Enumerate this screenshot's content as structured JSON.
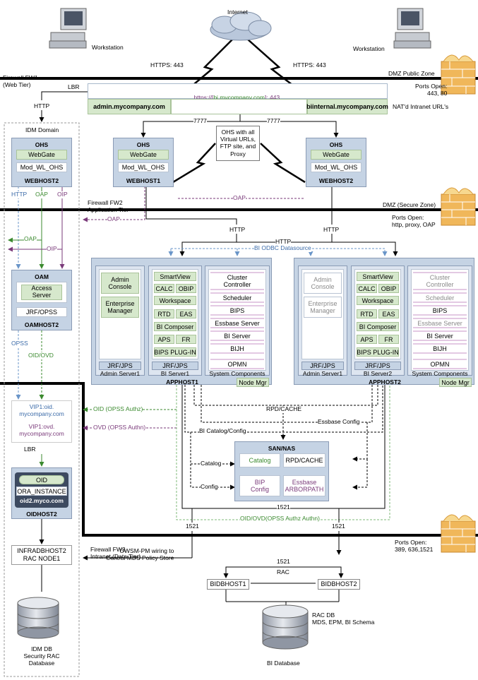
{
  "top": {
    "internet": "Internet",
    "workstation_left": "Workstation",
    "workstation_right": "Workstation",
    "https_left": "HTTPS: 443",
    "https_right": "HTTPS: 443"
  },
  "firewalls": {
    "fw1": "Firewall FW1\n(Web Tier)",
    "fw1_zone": "DMZ Public Zone",
    "fw1_ports": "Ports Open:\n443, 80",
    "fw2": "Firewall FW2\nApplication Tier",
    "fw2_zone": "DMZ (Secure Zone)",
    "fw2_ports": "Ports Open:\nhttp, proxy, OAP",
    "fw3": "Firewall FW3\nIntranet (Data Tier)",
    "fw3_ports": "Ports Open:\n389, 636,1521"
  },
  "lbr": {
    "label": "LBR",
    "url_prefix": "https://[",
    "url_host": "bi.mycompany.com",
    "url_suffix": "]: 443",
    "admin": "admin.mycompany.com",
    "internal": "biinternal.mycompany.com",
    "natd": "NAT'd Intranet URL's"
  },
  "web": {
    "http": "HTTP",
    "port_left": "7777",
    "port_right": "7777",
    "ohs_note": "OHS with all\nVirtual URLs,\nFTP site, and\nProxy",
    "oap": "OAP",
    "oap_left": "OAP",
    "host1": {
      "ohs": "OHS",
      "webgate": "WebGate",
      "mod": "Mod_WL_OHS",
      "name": "WEBHOST1"
    },
    "host2": {
      "ohs": "OHS",
      "webgate": "WebGate",
      "mod": "Mod_WL_OHS",
      "name": "WEBHOST2"
    }
  },
  "idm": {
    "domain": "IDM Domain",
    "webhost": {
      "ohs": "OHS",
      "webgate": "WebGate",
      "mod": "Mod_WL_OHS",
      "name": "WEBHOST2"
    },
    "http": "HTTP",
    "oap": "OAP",
    "oip": "OIP",
    "oap2": "OAP",
    "oip2": "OIP",
    "oam": {
      "title": "OAM",
      "access": "Access\nServer",
      "jrf": "JRF/OPSS",
      "name": "OAMHOST2"
    },
    "opss": "OPSS",
    "oidovd": "OID/OVD",
    "vip1": "VIP1:oid.\nmycompany.com",
    "vip2": "VIP1:ovd.\nmycompany.com",
    "lbr": "LBR",
    "oid": {
      "title": "OID",
      "instance": "ORA_INSTANCE",
      "host": "oid2.myco.com",
      "name": "OIDHOST2"
    },
    "infra": "INFRADBHOST2\nRAC NODE1",
    "db": "IDM DB\nSecurity RAC\nDatabase"
  },
  "app": {
    "http_left": "HTTP",
    "http_right": "HTTP",
    "http_mid": "HTTP",
    "odbc": "BI ODBC Datasource",
    "host1": {
      "admin_console": "Admin\nConsole",
      "ent_mgr": "Enterprise\nManager",
      "jrf_admin": "JRF/JPS",
      "admin_server": "Admin Server1",
      "smartview": "SmartView",
      "calc": "CALC",
      "obip": "OBIP",
      "workspace": "Workspace",
      "rtd": "RTD",
      "eas": "EAS",
      "bi_composer": "BI Composer",
      "aps": "APS",
      "fr": "FR",
      "bips_plugin": "BIPS PLUG-IN",
      "jrf_bi": "JRF/JPS",
      "bi_server": "BI Server1",
      "cluster": "Cluster\nController",
      "scheduler": "Scheduler",
      "bips": "BIPS",
      "essbase": "Essbase Server",
      "biserver": "BI Server",
      "bijh": "BIJH",
      "opmn": "OPMN",
      "syscomp": "System Components",
      "nodemgr": "Node Mgr",
      "name": "APPHOST1"
    },
    "host2": {
      "admin_console": "Admin\nConsole",
      "ent_mgr": "Enterprise\nManager",
      "jrf_admin": "JRF/JPS",
      "admin_server": "Admin Server1",
      "smartview": "SmartView",
      "calc": "CALC",
      "obip": "OBIP",
      "workspace": "Workspace",
      "rtd": "RTD",
      "eas": "EAS",
      "bi_composer": "BI Composer",
      "aps": "APS",
      "fr": "FR",
      "bips_plugin": "BIPS PLUG-IN",
      "jrf_bi": "JRF/JPS",
      "bi_server": "BI Server2",
      "cluster": "Cluster\nController",
      "scheduler": "Scheduler",
      "bips": "BIPS",
      "essbase": "Essbase Server",
      "biserver": "BI Server",
      "bijh": "BIJH",
      "opmn": "OPMN",
      "syscomp": "System Components",
      "nodemgr": "Node Mgr",
      "name": "APPHOST2"
    }
  },
  "storage": {
    "oid_authz": "OID (OPSS Authz)",
    "ovd_authn": "OVD (OPSS Authn)",
    "rpd_cache": "RPD/CACHE",
    "essbase_config": "Essbase Config",
    "bi_catalog": "BI Catalog/Config",
    "catalog_arrow": "Catalog",
    "config_arrow": "Config",
    "san": "SAN/NAS",
    "catalog": "Catalog",
    "rpd": "RPD/CACHE",
    "bip_config": "BIP\nConfig",
    "essbase_arbor": "Essbase\nARBORPATH",
    "port_1521": "1521",
    "oid_ovd": "OID/OVD(OPSS Authz Authn)"
  },
  "data": {
    "port_left": "1521",
    "port_right": "1521",
    "owsm": "OWSM-PM wiring to\nCentral MDS Policy Store",
    "port_rac": "1521",
    "rac": "RAC",
    "bidb1": "BIDBHOST1",
    "bidb2": "BIDBHOST2",
    "rac_db": "RAC DB\nMDS, EPM, BI Schema",
    "bi_database": "BI Database"
  }
}
